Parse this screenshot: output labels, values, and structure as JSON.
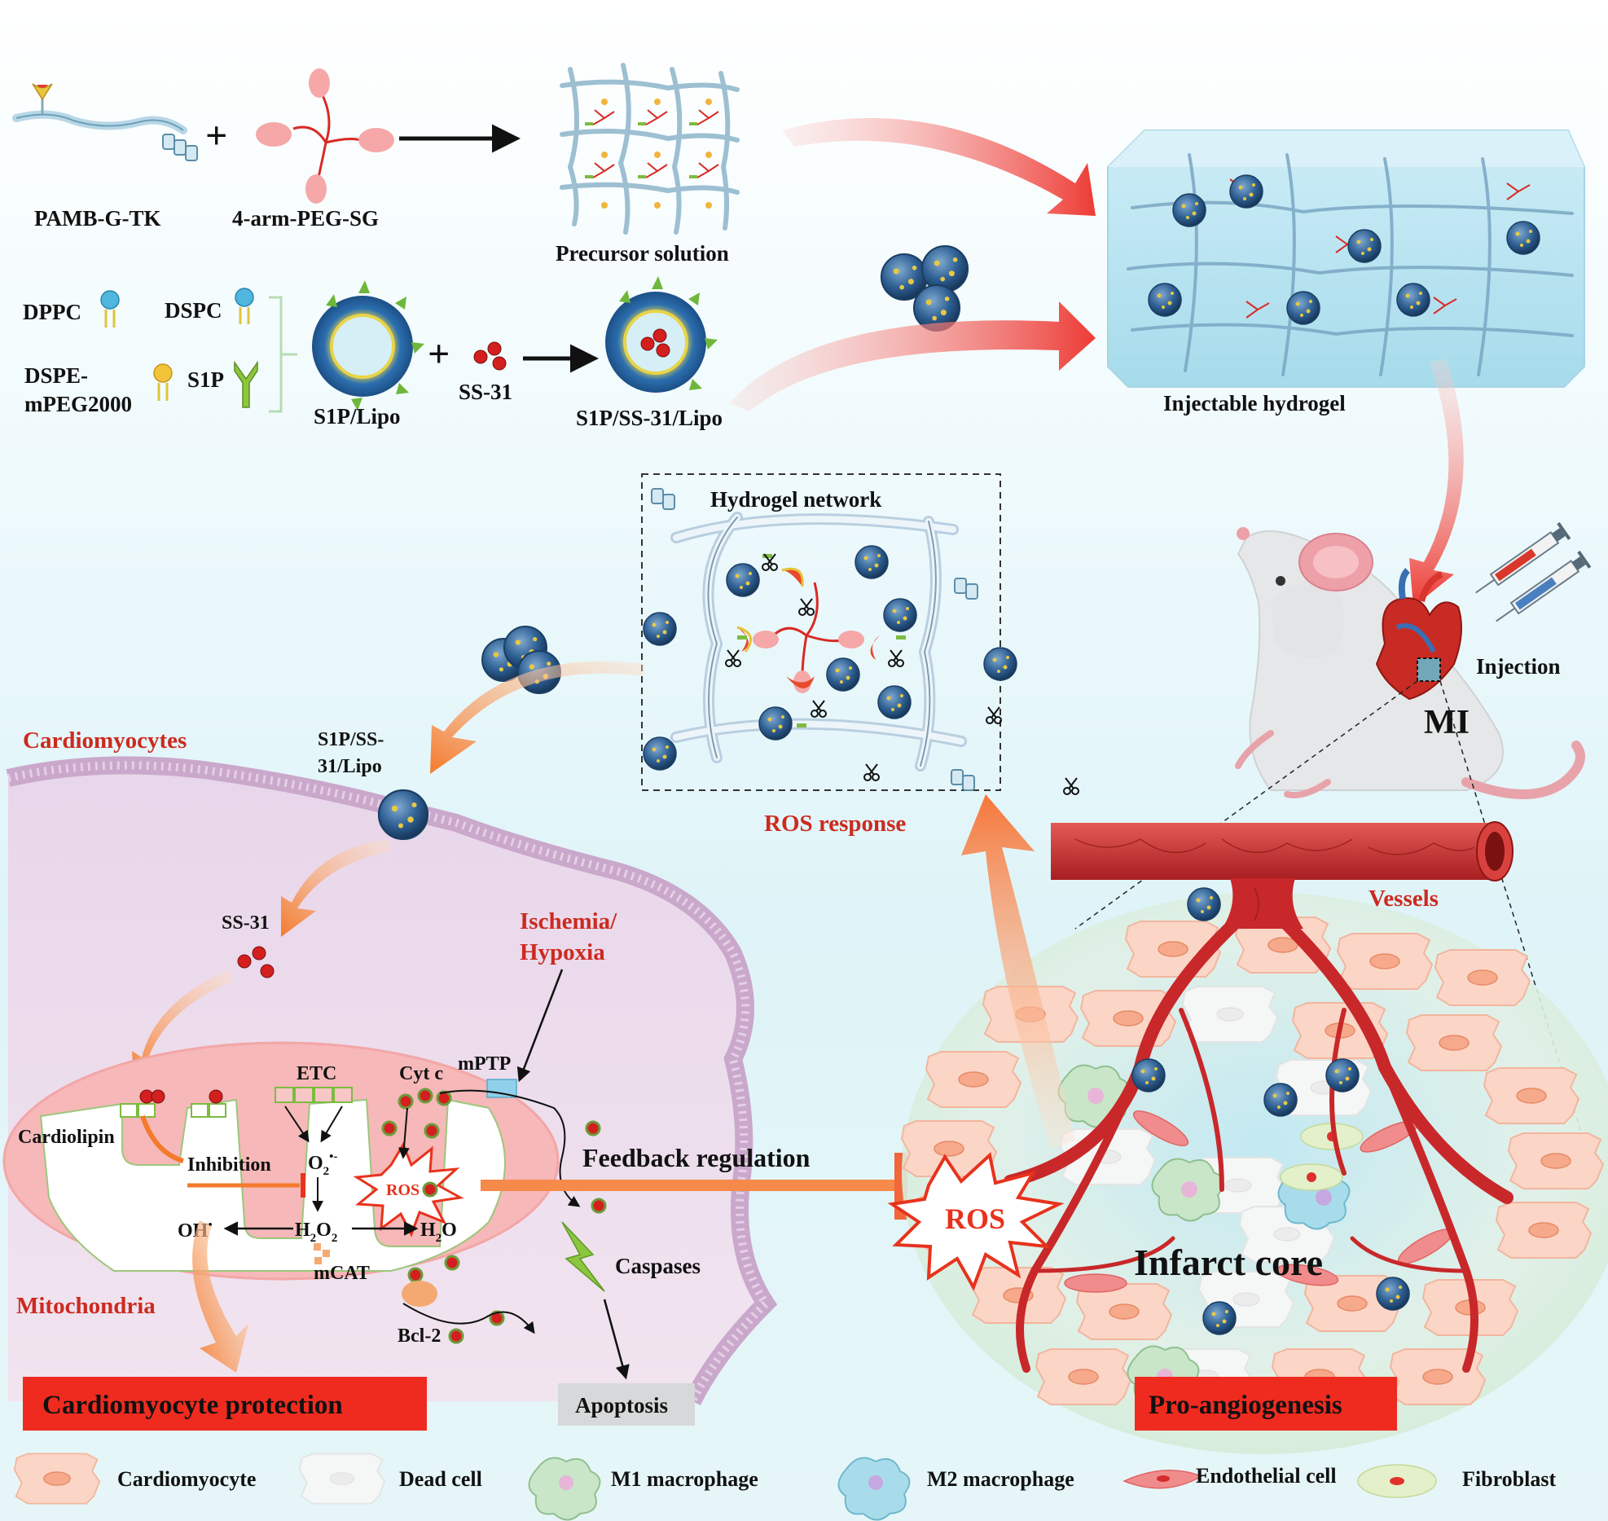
{
  "top_row": {
    "pamb": "PAMB-G-TK",
    "peg": "4-arm-PEG-SG",
    "plus": "+",
    "precursor": "Precursor solution",
    "hydrogel": "Injectable hydrogel"
  },
  "lipids": {
    "dppc": "DPPC",
    "dspc": "DSPC",
    "dspe_line1": "DSPE-",
    "dspe_line2": "mPEG2000",
    "s1p": "S1P",
    "s1p_lipo": "S1P/Lipo",
    "ss31": "SS-31",
    "plus": "+",
    "s1p_ss31_lipo": "S1P/SS-31/Lipo"
  },
  "network": {
    "title": "Hydrogel network",
    "ros_response": "ROS response"
  },
  "mouse": {
    "injection": "Injection",
    "mi": "MI"
  },
  "cell": {
    "cardiomyocytes": "Cardiomyocytes",
    "lipo_line1": "S1P/SS-",
    "lipo_line2": "31/Lipo",
    "ss31": "SS-31",
    "ischemia_line1": "Ischemia/",
    "ischemia_line2": "Hypoxia",
    "mptp": "mPTP",
    "etc": "ETC",
    "cytc": "Cyt c",
    "cardiolipin": "Cardiolipin",
    "inhibition": "Inhibition",
    "o2": "O",
    "o2_sub": "2",
    "o2_sup": "•-",
    "ros": "ROS",
    "oh": "OH",
    "oh_sup": "•",
    "h2o2_a": "H",
    "h2o2_sub1": "2",
    "h2o2_b": "O",
    "h2o2_sub2": "2",
    "h2o_a": "H",
    "h2o_sub": "2",
    "h2o_b": "O",
    "mcat": "mCAT",
    "mitochondria": "Mitochondria",
    "caspases": "Caspases",
    "bcl2": "Bcl-2",
    "apoptosis": "Apoptosis",
    "feedback": "Feedback regulation"
  },
  "infarct": {
    "vessels": "Vessels",
    "ros": "ROS",
    "core": "Infarct core"
  },
  "banners": {
    "protection": "Cardiomyocyte protection",
    "angio": "Pro-angiogenesis"
  },
  "legend": [
    {
      "label": "Cardiomyocyte"
    },
    {
      "label": "Dead cell"
    },
    {
      "label": "M1 macrophage"
    },
    {
      "label": "M2 macrophage"
    },
    {
      "label": "Endothelial cell"
    },
    {
      "label": "Fibroblast"
    }
  ],
  "colors": {
    "arrow_red": "#ee3b35",
    "arrow_orange": "#f6883a",
    "label_red": "#cc2a1f",
    "banner_red": "#ef2b1f",
    "membrane": "#ceb6d0",
    "vessel": "#c8282a",
    "nanoparticle": "#2e5f93"
  }
}
